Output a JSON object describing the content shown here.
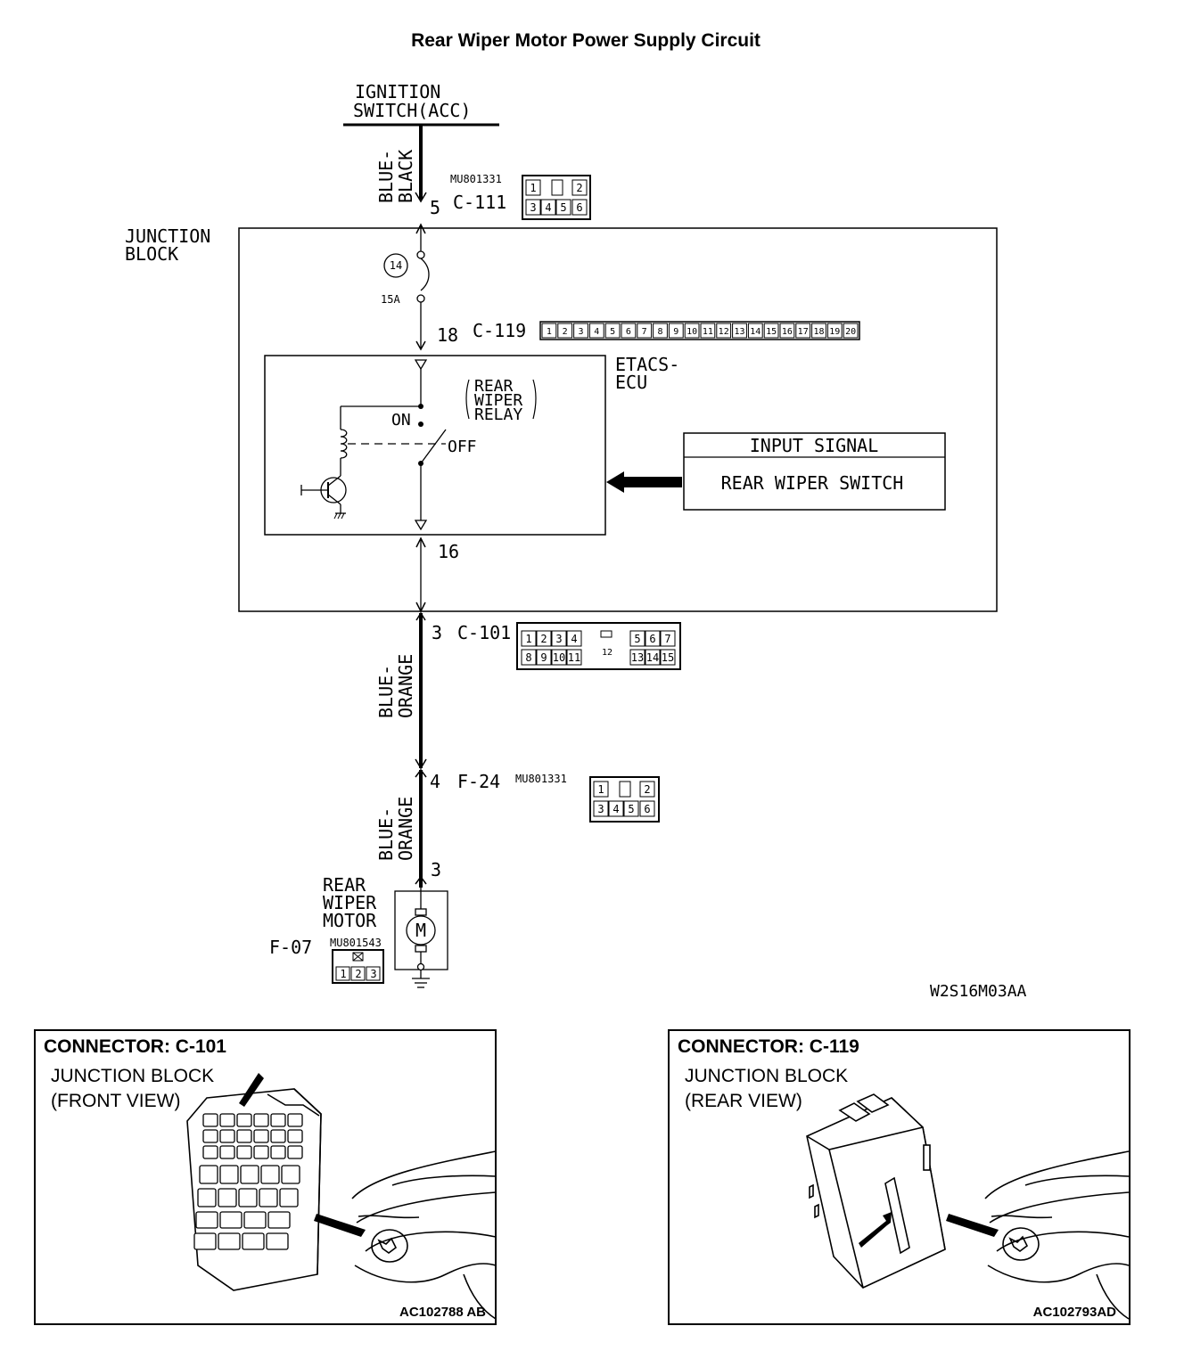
{
  "title": "Rear Wiper Motor Power Supply Circuit",
  "ignition": {
    "line1": "IGNITION",
    "line2": "SWITCH(ACC)"
  },
  "wire_top": {
    "line1": "BLUE-",
    "line2": "BLACK"
  },
  "c111": {
    "part": "MU801331",
    "name": "C-111",
    "pin": "5",
    "cells": [
      "1",
      "2",
      "3",
      "4",
      "5",
      "6"
    ]
  },
  "junction_block": {
    "line1": "JUNCTION",
    "line2": "BLOCK"
  },
  "fuse": {
    "number": "14",
    "rating": "15A"
  },
  "c119": {
    "name": "C-119",
    "pin": "18",
    "cells": [
      "1",
      "2",
      "3",
      "4",
      "5",
      "6",
      "7",
      "8",
      "9",
      "10",
      "11",
      "12",
      "13",
      "14",
      "15",
      "16",
      "17",
      "18",
      "19",
      "20"
    ]
  },
  "etacs": {
    "line1": "ETACS-",
    "line2": "ECU"
  },
  "relay": {
    "line1": "REAR",
    "line2": "WIPER",
    "line3": "RELAY",
    "on": "ON",
    "off": "OFF"
  },
  "input_signal": {
    "header": "INPUT SIGNAL",
    "item": "REAR WIPER SWITCH"
  },
  "pin16": "16",
  "c101": {
    "name": "C-101",
    "pin": "3",
    "top_left": [
      "1",
      "2",
      "3",
      "4"
    ],
    "top_right": [
      "5",
      "6",
      "7"
    ],
    "bottom_left": [
      "8",
      "9",
      "10",
      "11"
    ],
    "bottom_right": [
      "13",
      "14",
      "15"
    ],
    "center": "12"
  },
  "wire_mid": {
    "line1": "BLUE-",
    "line2": "ORANGE"
  },
  "f24": {
    "name": "F-24",
    "pin": "4",
    "part": "MU801331",
    "cells": [
      "1",
      "2",
      "3",
      "4",
      "5",
      "6"
    ]
  },
  "wire_bot": {
    "line1": "BLUE-",
    "line2": "ORANGE"
  },
  "motor": {
    "line1": "REAR",
    "line2": "WIPER",
    "line3": "MOTOR",
    "pin": "3",
    "symbol": "M"
  },
  "f07": {
    "name": "F-07",
    "part": "MU801543",
    "cells": [
      "1",
      "2",
      "3"
    ]
  },
  "diagram_code": "W2S16M03AA",
  "panel_left": {
    "connector": "CONNECTOR: C-101",
    "line1": "JUNCTION BLOCK",
    "line2": "(FRONT VIEW)",
    "code": "AC102788 AB"
  },
  "panel_right": {
    "connector": "CONNECTOR: C-119",
    "line1": "JUNCTION BLOCK",
    "line2": "(REAR VIEW)",
    "code": "AC102793AD"
  }
}
